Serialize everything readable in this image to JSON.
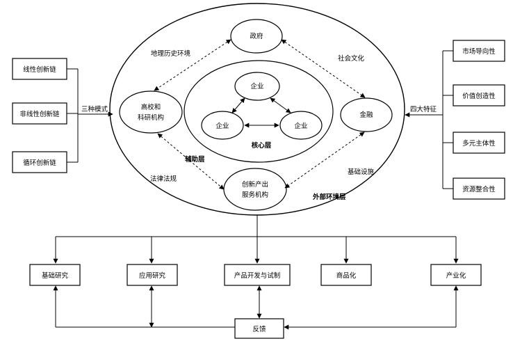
{
  "left_chains": [
    "线性创新链",
    "非线性创新链",
    "循环创新链"
  ],
  "left_label": "三种模式",
  "right_features": [
    "市场导向性",
    "价值创造性",
    "多元主体性",
    "资源整合性"
  ],
  "right_label": "四大特征",
  "nodes": {
    "government": "政府",
    "university_line1": "高校和",
    "university_line2": "科研机构",
    "finance": "金融",
    "service_line1": "创新产出",
    "service_line2": "服务机构",
    "enterprise_top": "企业",
    "enterprise_left": "企业",
    "enterprise_right": "企业"
  },
  "layers": {
    "core": "核心层",
    "auxiliary": "辅助层",
    "external": "外部环境层"
  },
  "environment_labels": {
    "geography_history": "地理历史环境",
    "social_culture": "社会文化",
    "law": "法律法规",
    "infrastructure": "基础设施"
  },
  "stages": [
    "基础研究",
    "应用研究",
    "产品开发与试制",
    "商品化",
    "产业化"
  ],
  "feedback": "反馈"
}
